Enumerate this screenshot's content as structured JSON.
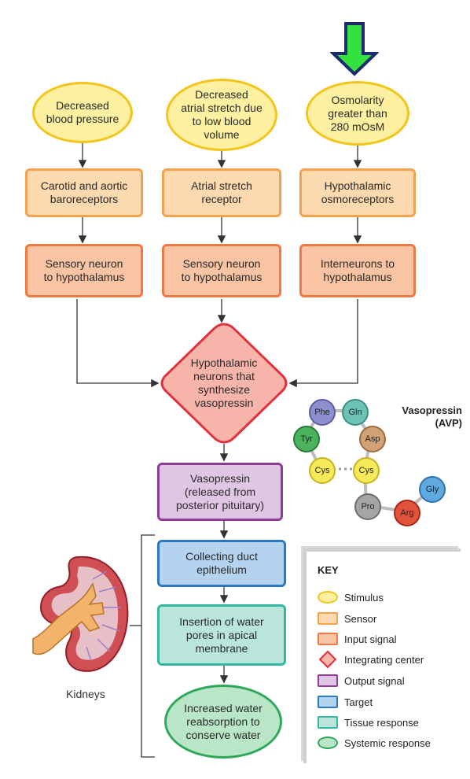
{
  "stimuli": [
    "Decreased\nblood pressure",
    "Decreased\natrial stretch due\nto low blood\nvolume",
    "Osmolarity\ngreater than\n280 mOsM"
  ],
  "sensors": [
    "Carotid and aortic\nbaroreceptors",
    "Atrial stretch\nreceptor",
    "Hypothalamic\nosmoreceptors"
  ],
  "input_signals": [
    "Sensory neuron\nto hypothalamus",
    "Sensory neuron\nto hypothalamus",
    "Interneurons to\nhypothalamus"
  ],
  "integrating_center": "Hypothalamic\nneurons that\nsynthesize\nvasopressin",
  "output_signal": "Vasopressin\n(released from\nposterior pituitary)",
  "target": "Collecting duct\nepithelium",
  "tissue_response": "Insertion of water\npores in apical\nmembrane",
  "systemic_response": "Increased water\nreabsorption to\nconserve water",
  "kidneys_label": "Kidneys",
  "molecule": {
    "title": "Vasopressin\n(AVP)",
    "residues": [
      "Phe",
      "Gln",
      "Tyr",
      "Asp",
      "Cys",
      "Cys",
      "Pro",
      "Arg",
      "Gly"
    ]
  },
  "key": {
    "title": "KEY",
    "items": [
      "Stimulus",
      "Sensor",
      "Input signal",
      "Integrating center",
      "Output signal",
      "Target",
      "Tissue response",
      "Systemic response"
    ]
  },
  "colors": {
    "stimulus": "#fdf0a0",
    "sensor": "#fcd9ae",
    "input": "#f9c4a4",
    "integrating": "#f7b4ab",
    "output": "#dfc6e4",
    "target": "#b3d3ef",
    "tissue": "#b9e5dd",
    "systemic": "#b8e6c6",
    "highlight_arrow": "#33e13f"
  }
}
